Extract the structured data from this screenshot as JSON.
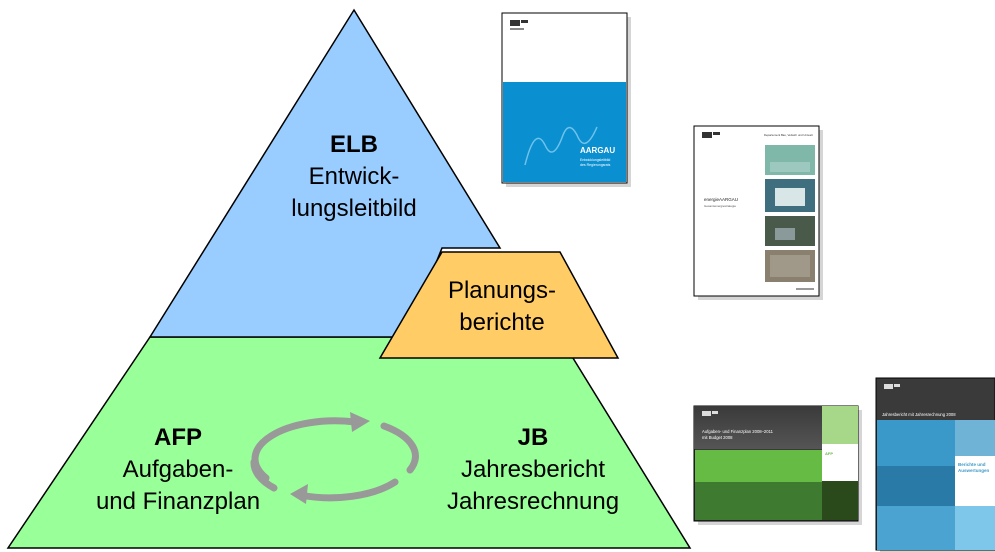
{
  "pyramid": {
    "colors": {
      "top": "#99ccff",
      "bottom": "#99ff99",
      "trapezoid": "#ffcc66",
      "cycle": "#999999"
    },
    "elb": {
      "abbr": "ELB",
      "line1": "Entwick-",
      "line2": "lungsleitbild"
    },
    "planung": {
      "line1": "Planungs-",
      "line2": "berichte"
    },
    "afp": {
      "abbr": "AFP",
      "line1": "Aufgaben-",
      "line2": "und Finanzplan"
    },
    "jb": {
      "abbr": "JB",
      "line1": "Jahresbericht",
      "line2": "Jahresrechnung"
    }
  },
  "documents": {
    "doc1": {
      "title": "AARGAU",
      "subtitle1": "Entwicklungsleitbild",
      "subtitle2": "des Regierungsrats",
      "accent": "#0a8fd0"
    },
    "doc2": {
      "header": "Departement Bau, Verkehr und Umwelt",
      "title": "energieAARGAU",
      "subtitle": "Gesamtenergiestrategie"
    },
    "doc3": {
      "title1": "Aufgaben- und Finanzplan 2008–2011",
      "title2": "mit Budget 2008",
      "label": "AFP",
      "accent": "#66bb44"
    },
    "doc4": {
      "title": "Jahresbericht mit Jahresrechnung 2008",
      "label1": "Berichte und",
      "label2": "Auswertungen",
      "accent": "#3a99c8"
    }
  }
}
